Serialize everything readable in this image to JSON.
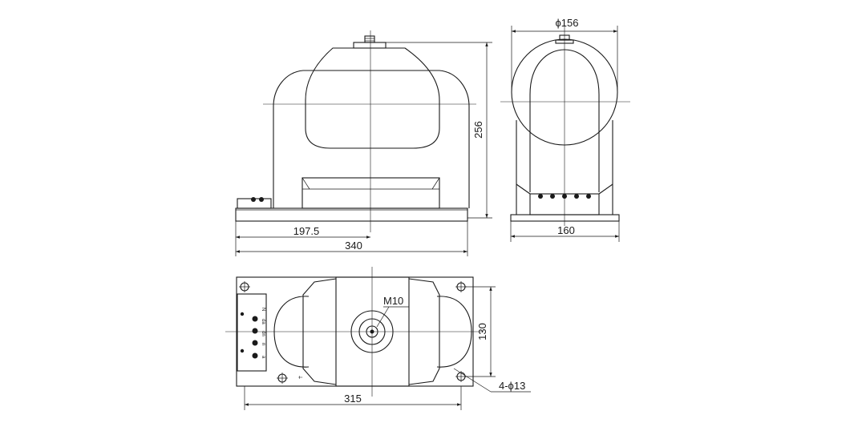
{
  "front_view": {
    "height_dim": "256",
    "center_dim": "197.5",
    "width_dim": "340"
  },
  "side_view": {
    "diameter_dim": "ϕ156",
    "base_dim": "160"
  },
  "top_view": {
    "thread_label": "M10",
    "hole_spacing_dim": "130",
    "hole_callout": "4-ϕ13",
    "length_dim": "315",
    "terminal_marks": [
      "N",
      "da",
      "dn",
      "n",
      "a"
    ],
    "ground_mark": "⏚"
  }
}
